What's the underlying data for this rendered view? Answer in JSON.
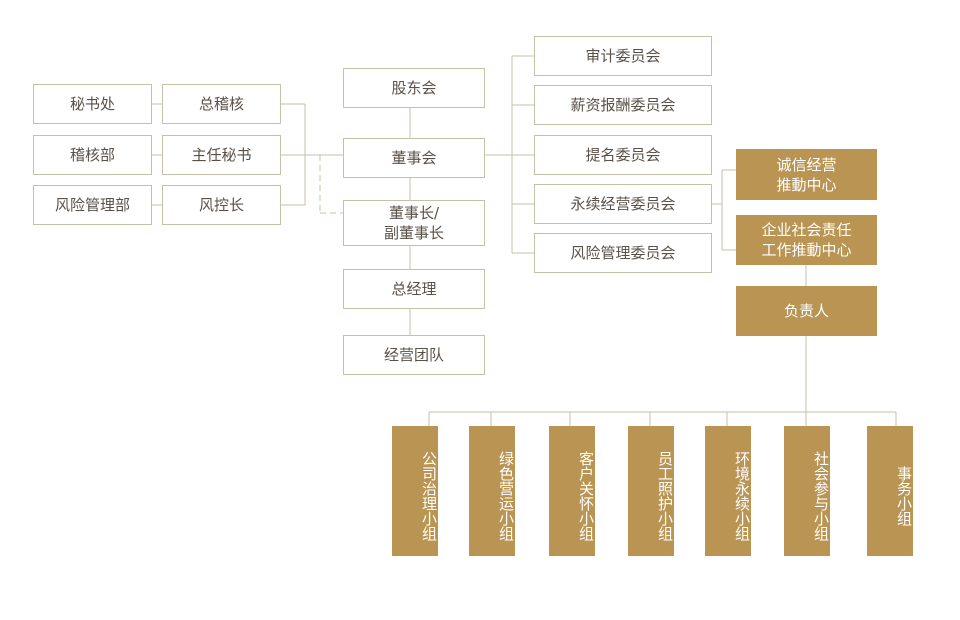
{
  "colors": {
    "line": "#c8bfa8",
    "outline_text": "#5a5148",
    "fill": "#b99453",
    "fill_text": "#ffffff"
  },
  "nodes": {
    "secretariat": "秘书处",
    "audit_dept": "稽核部",
    "risk_dept": "风险管理部",
    "chief_auditor": "总稽核",
    "chief_secretary": "主任秘书",
    "risk_chief": "风控长",
    "shareholders": "股东会",
    "board": "董事会",
    "chairman": "董事长/\n副董事长",
    "gm": "总经理",
    "mgmt_team": "经营团队",
    "audit_committee": "审计委员会",
    "comp_committee": "薪资报酬委员会",
    "nomination_committee": "提名委员会",
    "sustain_committee": "永续经营委员会",
    "risk_committee": "风险管理委员会",
    "integrity_center": "诚信经营\n推動中心",
    "csr_center": "企业社会责任\n工作推動中心",
    "responsible": "负责人",
    "groups": [
      "公司治理小组",
      "绿色营运小组",
      "客户关怀小组",
      "员工照护小组",
      "环境永续小组",
      "社会参与小组",
      "事务小组"
    ]
  }
}
